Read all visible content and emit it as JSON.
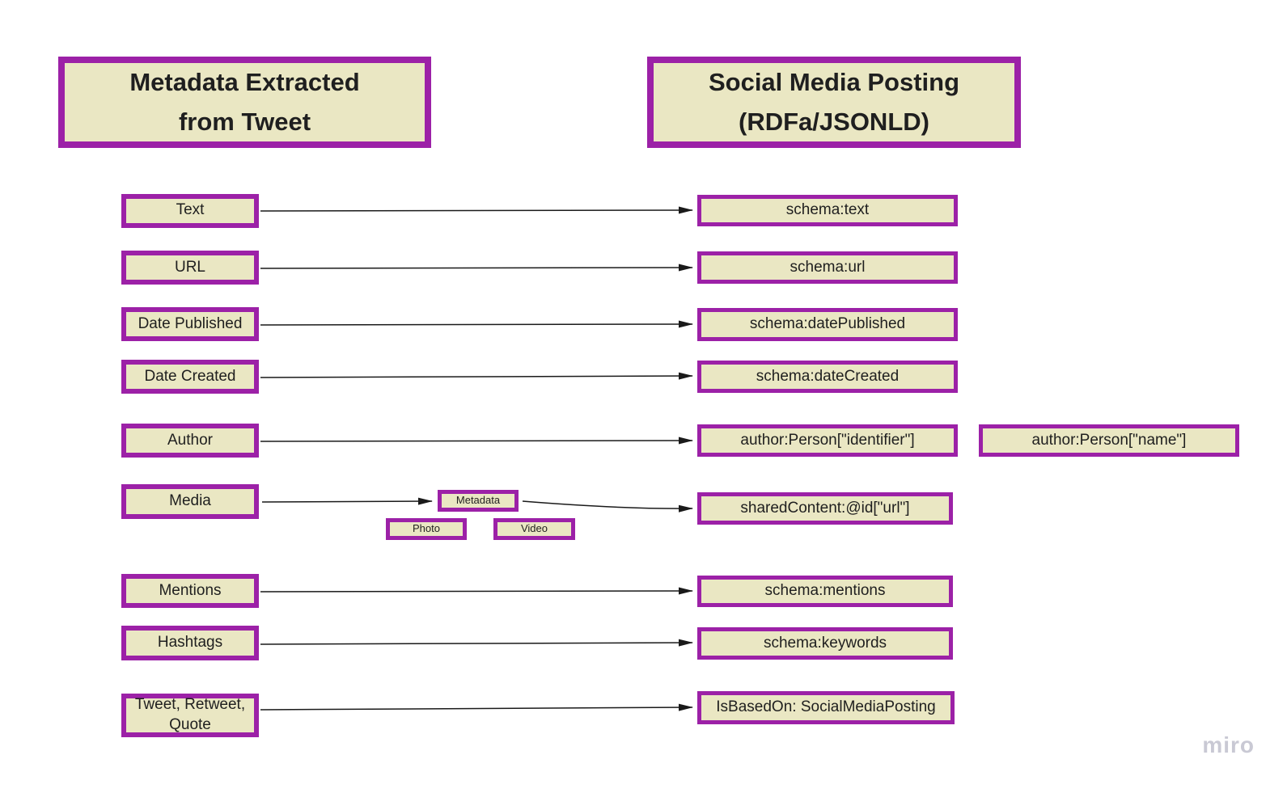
{
  "app": {
    "watermark": "miro"
  },
  "headers": {
    "left": "Metadata Extracted\nfrom Tweet",
    "right": "Social Media Posting\n(RDFa/JSONLD)"
  },
  "left_column": {
    "items": [
      "Text",
      "URL",
      "Date Published",
      "Date Created",
      "Author",
      "Media",
      "Mentions",
      "Hashtags",
      "Tweet, Retweet,\nQuote"
    ]
  },
  "right_column": {
    "items": [
      "schema:text",
      "schema:url",
      "schema:datePublished",
      "schema:dateCreated",
      "author:Person[\"identifier\"]",
      "sharedContent:@id[\"url\"]",
      "schema:mentions",
      "schema:keywords",
      "IsBasedOn: SocialMediaPosting"
    ]
  },
  "author_name_box": "author:Person[\"name\"]",
  "media_children": {
    "items": [
      "Metadata",
      "Photo",
      "Video"
    ]
  },
  "connections": [
    {
      "from": "Text",
      "to": "schema:text"
    },
    {
      "from": "URL",
      "to": "schema:url"
    },
    {
      "from": "Date Published",
      "to": "schema:datePublished"
    },
    {
      "from": "Date Created",
      "to": "schema:dateCreated"
    },
    {
      "from": "Author",
      "to": "author:Person[\"identifier\"]"
    },
    {
      "from": "Media",
      "to": "Metadata"
    },
    {
      "from": "Metadata",
      "to": "sharedContent:@id[\"url\"]"
    },
    {
      "from": "Mentions",
      "to": "schema:mentions"
    },
    {
      "from": "Hashtags",
      "to": "schema:keywords"
    },
    {
      "from": "Tweet, Retweet, Quote",
      "to": "IsBasedOn: SocialMediaPosting"
    }
  ],
  "colors": {
    "node_fill": "#eae7c3",
    "node_border": "#9c21a7",
    "text": "#1f1f1f",
    "arrow": "#1a1a1a",
    "watermark": "#c9c9d4"
  }
}
